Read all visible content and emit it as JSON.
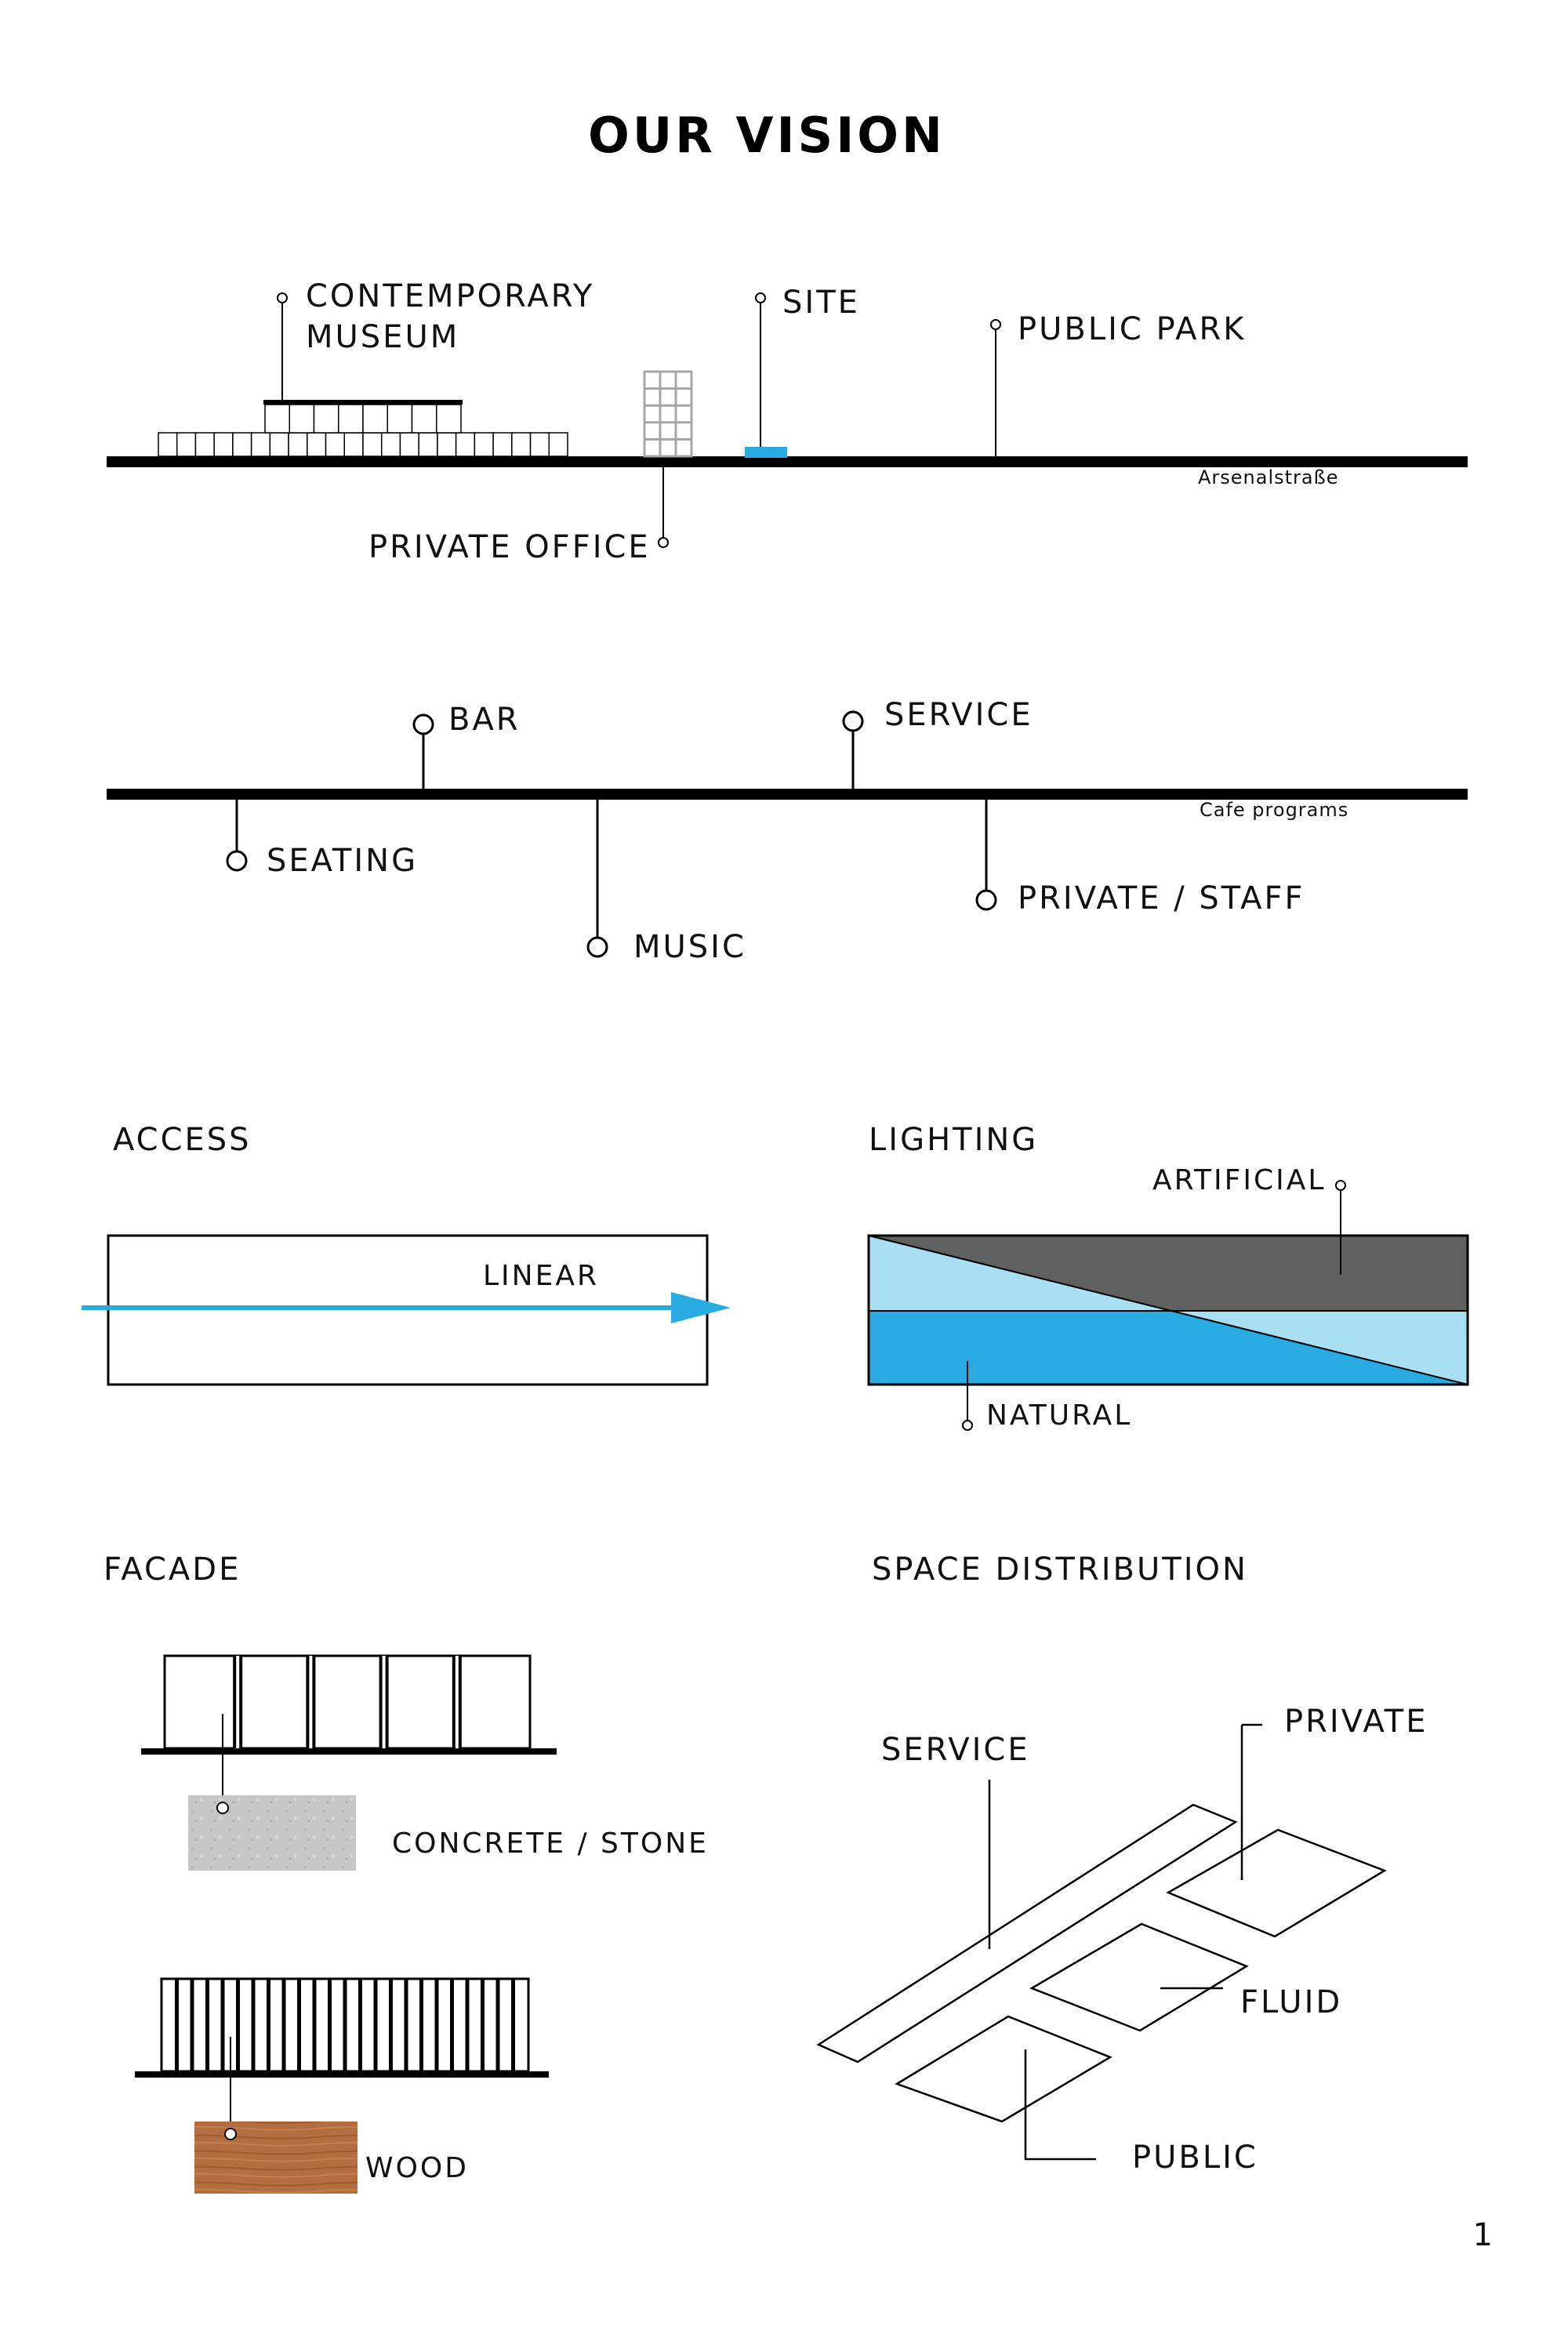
{
  "title": "OUR VISION",
  "colors": {
    "accent_blue": "#29ABE2",
    "light_blue": "#A8DFF3",
    "dark_gray": "#606060",
    "grid_gray": "#A6A6A6",
    "concrete": "#C4C4C4",
    "wood": "#B06A3E"
  },
  "site_section": {
    "street_label": "Arsenalstraße",
    "contemporary_museum_line1": "CONTEMPORARY",
    "contemporary_museum_line2": "MUSEUM",
    "site": "SITE",
    "public_park": "PUBLIC PARK",
    "private_office": "PRIVATE OFFICE"
  },
  "programs_section": {
    "axis_label": "Cafe programs",
    "bar": "BAR",
    "service": "SERVICE",
    "seating": "SEATING",
    "music": "MUSIC",
    "private_staff": "PRIVATE / STAFF"
  },
  "access": {
    "heading": "ACCESS",
    "label": "LINEAR"
  },
  "lighting": {
    "heading": "LIGHTING",
    "artificial": "ARTIFICIAL",
    "natural": "NATURAL"
  },
  "facade": {
    "heading": "FACADE",
    "material_1": "CONCRETE / STONE",
    "material_2": "WOOD"
  },
  "space_distribution": {
    "heading": "SPACE DISTRIBUTION",
    "service": "SERVICE",
    "private": "PRIVATE",
    "fluid": "FLUID",
    "public": "PUBLIC"
  },
  "page_number": "1"
}
